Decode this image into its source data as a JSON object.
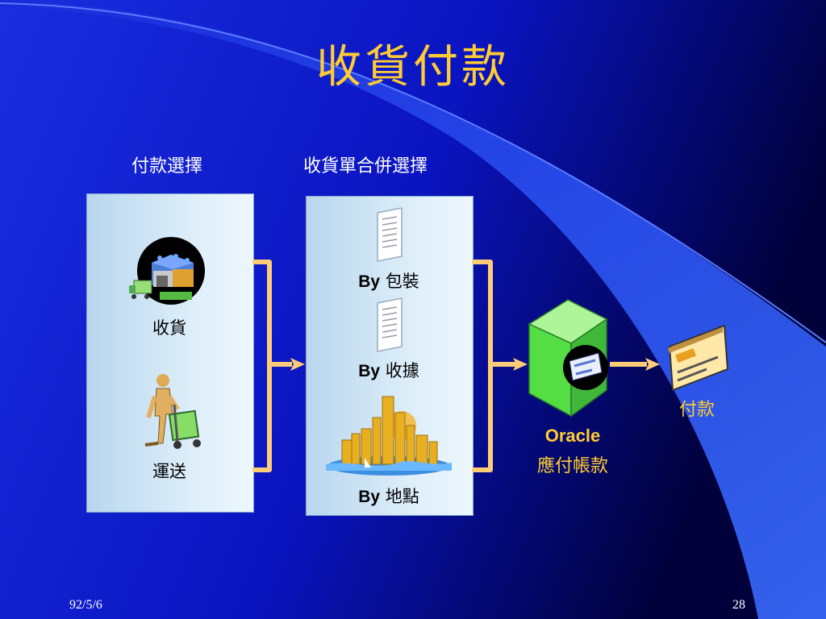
{
  "slide": {
    "title": "收貨付款",
    "header_left": "付款選擇",
    "header_right": "收貨單合併選擇",
    "left_items": [
      "收貨",
      "運送"
    ],
    "right_items": [
      {
        "prefix": "By",
        "label": "包裝"
      },
      {
        "prefix": "By",
        "label": "收據"
      },
      {
        "prefix": "By",
        "label": "地點"
      }
    ],
    "oracle_line1": "Oracle",
    "oracle_line2": "應付帳款",
    "payment_label": "付款",
    "date": "92/5/6",
    "page_number": "28"
  },
  "colors": {
    "background": "#0a14c8",
    "accent_gold": "#ffcc33",
    "connector": "#ffcc77",
    "box_green": "#66dd55"
  }
}
